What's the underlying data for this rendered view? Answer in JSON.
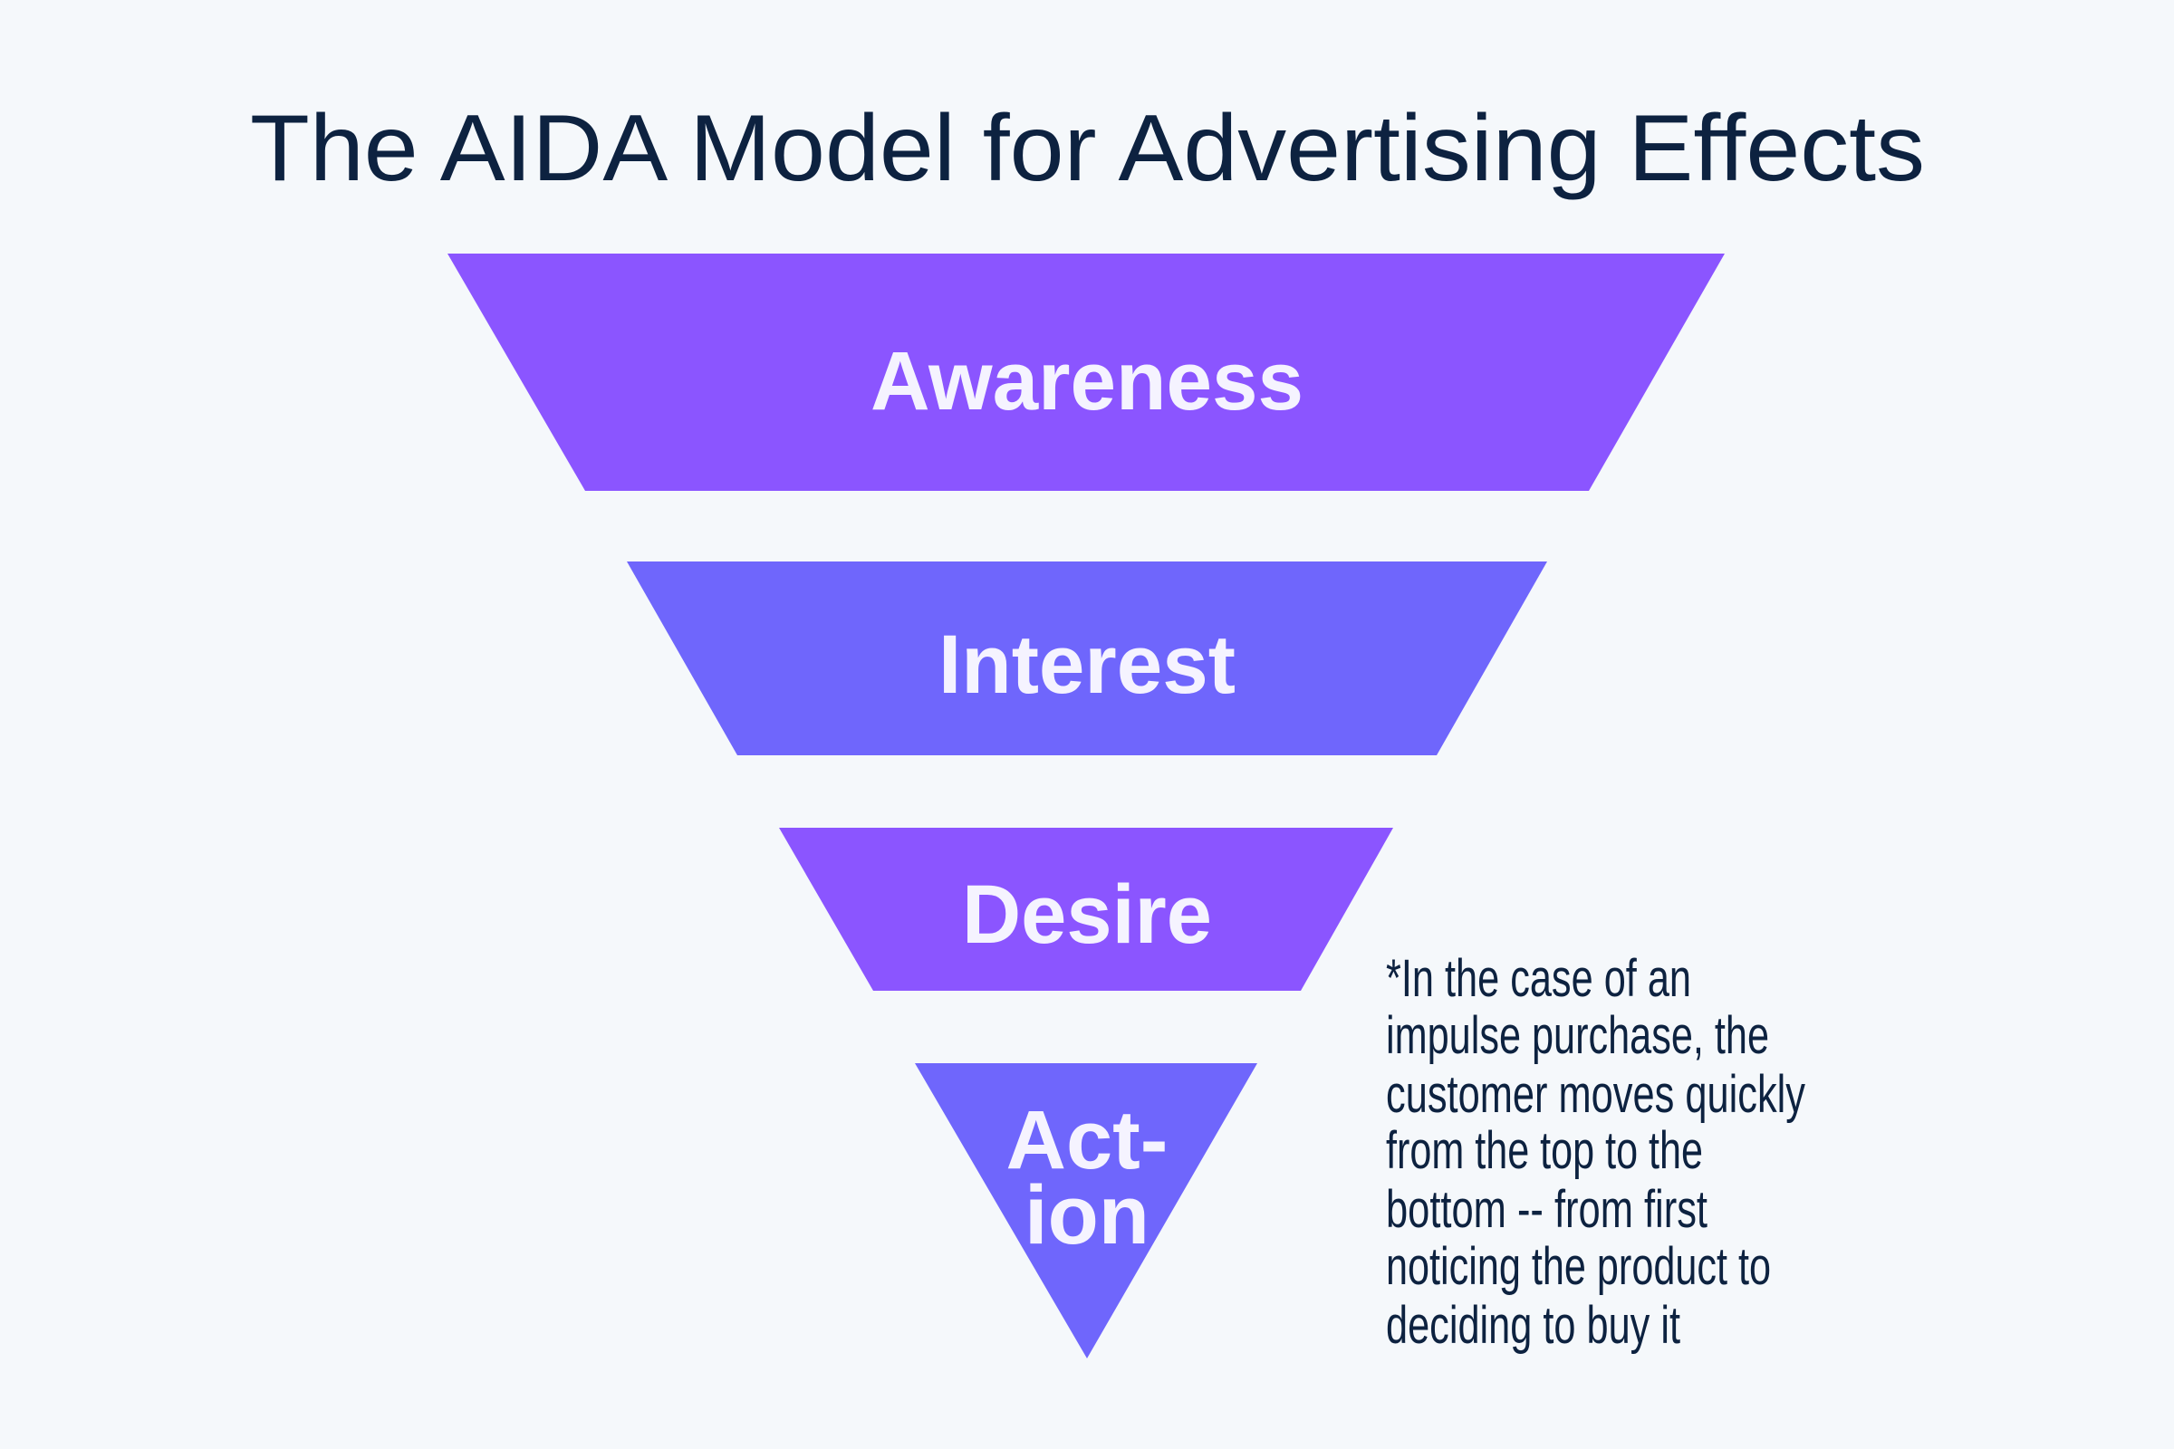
{
  "title": "The AIDA Model for Advertising Effects",
  "colors": {
    "background": "#f5f8fb",
    "purple": "#8b55ff",
    "indigo": "#6f66fc",
    "text": "#0d2240",
    "label": "#f5f3ff"
  },
  "stages": [
    {
      "label": "Awareness",
      "color": "#8b55ff"
    },
    {
      "label": "Interest",
      "color": "#6f66fc"
    },
    {
      "label": "Desire",
      "color": "#8b55ff"
    },
    {
      "label_lines": [
        "Act-",
        "ion"
      ],
      "color": "#6f66fc"
    }
  ],
  "note_lines": [
    "*In the case of an",
    "impulse purchase, the",
    "customer moves quickly",
    "from the top to the",
    "bottom -- from first",
    "noticing the product to",
    "deciding to buy it"
  ]
}
